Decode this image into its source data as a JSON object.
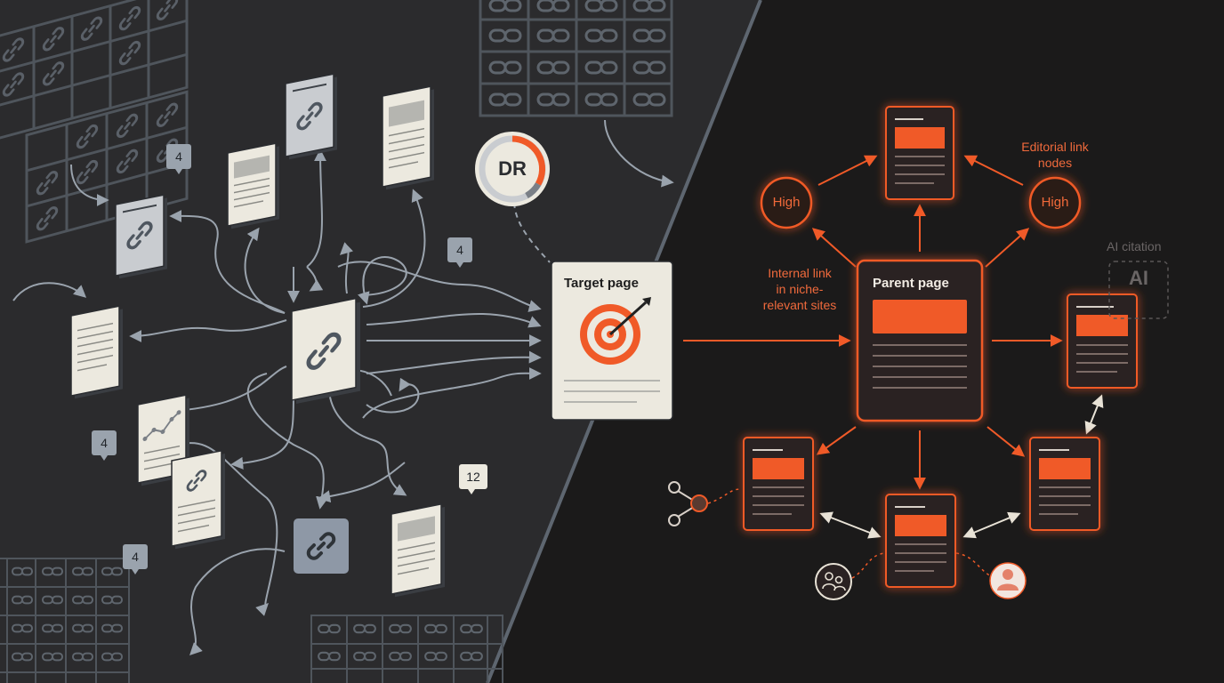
{
  "colors": {
    "accent": "#f05a28",
    "left_bg": "#2b2b2d",
    "right_bg": "#1b1a1a",
    "paper": "#ece9df",
    "slate": "#9aa3ad"
  },
  "left": {
    "badges": [
      "4",
      "4",
      "4",
      "12",
      "4"
    ],
    "dr_label": "DR",
    "target_label": "Target page"
  },
  "right": {
    "parent_label": "Parent page",
    "high_left": "High",
    "high_right": "High",
    "editorial_label": "Editorial link\nnodes",
    "internal_label": "Internal link\nin niche-\nrelevant sites",
    "ai_citation_label": "AI citation",
    "ai_box_label": "AI"
  },
  "icons": [
    "link-icon",
    "target-icon",
    "dr-gauge-icon",
    "share-icon",
    "group-icon",
    "user-icon",
    "chart-icon"
  ]
}
